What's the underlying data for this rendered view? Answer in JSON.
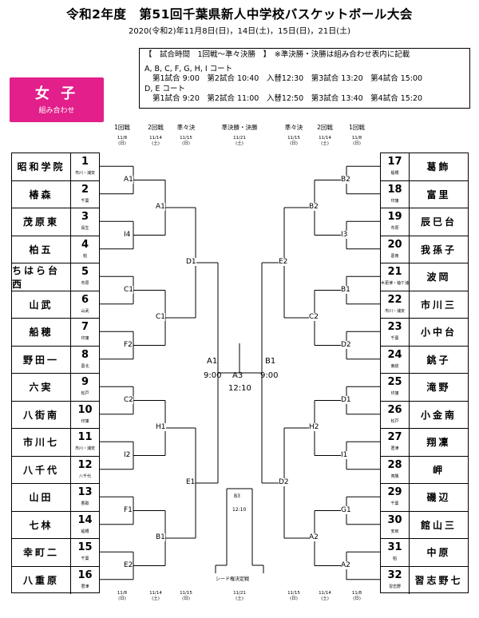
{
  "header": {
    "title": "令和2年度　第51回千葉県新人中学校バスケットボール大会",
    "dates": "2020(令和2)年11月8日(日)，14日(土)，15日(日)，21日(土)"
  },
  "info": {
    "line1": "【　試合時間　1回戦～準々決勝　】　※準決勝・決勝は組み合わせ表内に記載",
    "line2": "A, B, C, F, G, H, I コート",
    "line3": "第1試合  9:00　第2試合  10:40　入替12:30　第3試合  13:20　第4試合  15:00",
    "line4": "D, E コート",
    "line5": "第1試合  9:20　第2試合  11:00　入替12:50　第3試合  13:40　第4試合  15:20"
  },
  "badge": {
    "title": "女 子",
    "sub": "組み合わせ"
  },
  "round_headers": {
    "left": [
      {
        "label": "1回戦",
        "date": "11/8",
        "dow": "(日)"
      },
      {
        "label": "2回戦",
        "date": "11/14",
        "dow": "(土)"
      },
      {
        "label": "準々決",
        "date": "11/15",
        "dow": "(日)"
      }
    ],
    "center": {
      "label": "準決勝・決勝",
      "date": "11/21",
      "dow": "(土)"
    },
    "right": [
      {
        "label": "準々決",
        "date": "11/15",
        "dow": "(日)"
      },
      {
        "label": "2回戦",
        "date": "11/14",
        "dow": "(土)"
      },
      {
        "label": "1回戦",
        "date": "11/8",
        "dow": "(日)"
      }
    ]
  },
  "footer_dates": {
    "left": [
      {
        "date": "11/8",
        "dow": "(日)"
      },
      {
        "date": "11/14",
        "dow": "(土)"
      },
      {
        "date": "11/15",
        "dow": "(日)"
      }
    ],
    "center": {
      "date": "11/21",
      "dow": "(土)"
    },
    "right": [
      {
        "date": "11/15",
        "dow": "(日)"
      },
      {
        "date": "11/14",
        "dow": "(土)"
      },
      {
        "date": "11/8",
        "dow": "(日)"
      }
    ]
  },
  "teams_left": [
    {
      "num": "1",
      "name": "昭和学院",
      "city": "市川・浦安"
    },
    {
      "num": "2",
      "name": "椿森",
      "city": "千葉"
    },
    {
      "num": "3",
      "name": "茂原東",
      "city": "長生"
    },
    {
      "num": "4",
      "name": "柏五",
      "city": "柏"
    },
    {
      "num": "5",
      "name": "ちはら台西",
      "city": "市原"
    },
    {
      "num": "6",
      "name": "山武",
      "city": "山武"
    },
    {
      "num": "7",
      "name": "船穂",
      "city": "印旛"
    },
    {
      "num": "8",
      "name": "野田一",
      "city": "葛北"
    },
    {
      "num": "9",
      "name": "六実",
      "city": "松戸"
    },
    {
      "num": "10",
      "name": "八街南",
      "city": "印旛"
    },
    {
      "num": "11",
      "name": "市川七",
      "city": "市川・浦安"
    },
    {
      "num": "12",
      "name": "八千代",
      "city": "八千代"
    },
    {
      "num": "13",
      "name": "山田",
      "city": "香取"
    },
    {
      "num": "14",
      "name": "七林",
      "city": "船橋"
    },
    {
      "num": "15",
      "name": "幸町二",
      "city": "千葉"
    },
    {
      "num": "16",
      "name": "八重原",
      "city": "君津"
    }
  ],
  "teams_right": [
    {
      "num": "17",
      "name": "葛飾",
      "city": "船橋"
    },
    {
      "num": "18",
      "name": "富里",
      "city": "印旛"
    },
    {
      "num": "19",
      "name": "辰巳台",
      "city": "市原"
    },
    {
      "num": "20",
      "name": "我孫子",
      "city": "葛南"
    },
    {
      "num": "21",
      "name": "波岡",
      "city": "木更津・袖ケ浦"
    },
    {
      "num": "22",
      "name": "市川三",
      "city": "市川・浦安"
    },
    {
      "num": "23",
      "name": "小中台",
      "city": "千葉"
    },
    {
      "num": "24",
      "name": "銚子",
      "city": "東総"
    },
    {
      "num": "25",
      "name": "滝野",
      "city": "印旛"
    },
    {
      "num": "26",
      "name": "小金南",
      "city": "松戸"
    },
    {
      "num": "27",
      "name": "翔凜",
      "city": "君津"
    },
    {
      "num": "28",
      "name": "岬",
      "city": "夷隅"
    },
    {
      "num": "29",
      "name": "磯辺",
      "city": "千葉"
    },
    {
      "num": "30",
      "name": "館山三",
      "city": "安房"
    },
    {
      "num": "31",
      "name": "中原",
      "city": "柏"
    },
    {
      "num": "32",
      "name": "習志野七",
      "city": "習志野"
    }
  ],
  "courts_left": {
    "r1": [
      "A1",
      "I4",
      "C1",
      "F2",
      "C2",
      "I2",
      "F1",
      "E2"
    ],
    "r2": [
      "A1",
      "C1",
      "H1",
      "B1"
    ],
    "qf": [
      "D1",
      "E1"
    ]
  },
  "courts_right": {
    "r1": [
      "B2",
      "I3",
      "B1",
      "D2",
      "D1",
      "I1",
      "G1",
      "A2"
    ],
    "r2": [
      "B2",
      "C2",
      "H2",
      "A2"
    ],
    "qf": [
      "E2",
      "D2"
    ]
  },
  "final": {
    "sf_left": {
      "court": "A1",
      "time": "9:00"
    },
    "sf_right": {
      "court": "B1",
      "time": "9:00"
    },
    "final": {
      "court": "A3",
      "time": "12:10"
    },
    "third": {
      "court": "B3",
      "time": "12:10",
      "label": "シード権決定戦"
    }
  }
}
